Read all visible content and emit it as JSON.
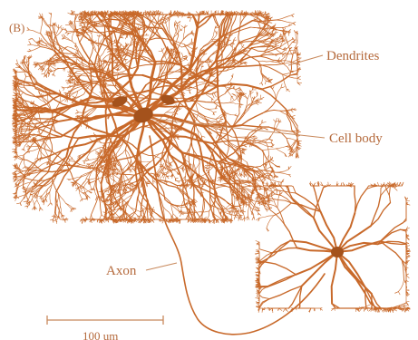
{
  "figure": {
    "panel_letter": "(B)",
    "labels": {
      "dendrites": "Dendrites",
      "cell_body": "Cell body",
      "axon": "Axon"
    },
    "scale_bar": "100 um"
  },
  "colors": {
    "neuron": "#c8692a",
    "neuron_dark": "#a4521c",
    "text": "#b56a3c",
    "leader": "#c8895c"
  }
}
